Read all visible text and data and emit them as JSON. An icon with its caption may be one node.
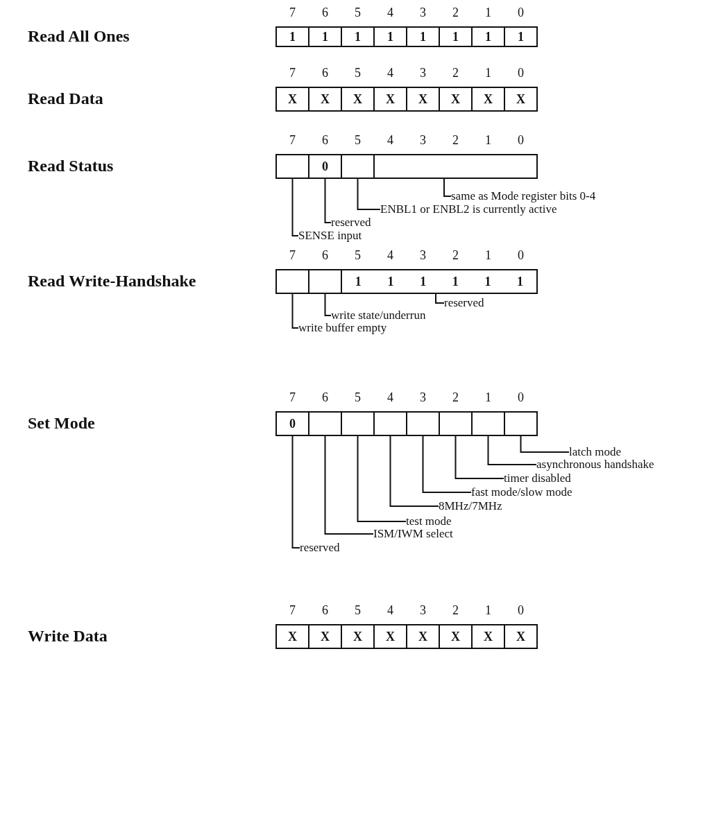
{
  "diagram": {
    "nodes": [
      {
        "text": [
          "1"
        ]
      },
      {
        "text": [
          "1"
        ]
      },
      {
        "text": [
          "1"
        ]
      },
      {
        "text": [
          "1"
        ]
      },
      {
        "text": [
          "1"
        ]
      },
      {
        "text": [
          "1"
        ]
      },
      {
        "text": [
          "1"
        ]
      },
      {
        "text": [
          "1"
        ]
      },
      {
        "text": [
          "X"
        ]
      },
      {
        "text": [
          "X"
        ]
      },
      {
        "text": [
          "X"
        ]
      },
      {
        "text": [
          "X"
        ]
      },
      {
        "text": [
          "X"
        ]
      },
      {
        "text": [
          "X"
        ]
      },
      {
        "text": [
          "X"
        ]
      },
      {
        "text": [
          "X"
        ]
      },
      {
        "text": [],
        "shape": "box"
      },
      {
        "text": [
          "0"
        ]
      },
      {
        "text": [],
        "shape": "box"
      },
      {
        "text": [],
        "shape": "box"
      },
      {
        "text": [
          "same as Mode register bits 0-4"
        ]
      },
      {
        "text": [
          "ENBL1 or ENBL2 is currently active"
        ]
      },
      {
        "text": [
          "reserved"
        ]
      },
      {
        "text": [
          "SENSE input"
        ]
      },
      {
        "text": [],
        "shape": "box"
      },
      {
        "text": [],
        "shape": "box"
      },
      {
        "text": [
          "1",
          "1",
          "1",
          "1",
          "1",
          "1"
        ]
      },
      {
        "text": [
          "reserved"
        ]
      },
      {
        "text": [
          "write state/underrun"
        ]
      },
      {
        "text": [
          "write buffer empty"
        ]
      },
      {
        "text": [
          "0"
        ]
      },
      {
        "text": [],
        "shape": "box"
      },
      {
        "text": [],
        "shape": "box"
      },
      {
        "text": [],
        "shape": "box"
      },
      {
        "text": [],
        "shape": "box"
      },
      {
        "text": [],
        "shape": "box"
      },
      {
        "text": [],
        "shape": "box"
      },
      {
        "text": [],
        "shape": "box"
      },
      {
        "text": [
          "latch mode"
        ]
      },
      {
        "text": [
          "asynchronous handshake"
        ]
      },
      {
        "text": [
          "timer disabled"
        ]
      },
      {
        "text": [
          "fast mode/slow mode"
        ]
      },
      {
        "text": [
          "8MHz/7MHz"
        ]
      },
      {
        "text": [
          "test mode"
        ]
      },
      {
        "text": [
          "ISM/IWM select"
        ]
      },
      {
        "text": [
          "reserved"
        ]
      },
      {
        "text": [
          "X"
        ]
      },
      {
        "text": [
          "X"
        ]
      },
      {
        "text": [
          "X"
        ]
      },
      {
        "text": [
          "X"
        ]
      },
      {
        "text": [
          "X"
        ]
      },
      {
        "text": [
          "X"
        ]
      },
      {
        "text": [
          "X"
        ]
      },
      {
        "text": [
          "X"
        ]
      }
    ],
    "edges": [
      {
        "from": 20,
        "to": 19,
        "arrow": "none"
      },
      {
        "from": 21,
        "to": 18,
        "arrow": "none"
      },
      {
        "from": 22,
        "to": 17,
        "arrow": "none"
      },
      {
        "from": 23,
        "to": 16,
        "arrow": "none"
      },
      {
        "from": 27,
        "to": 26,
        "arrow": "none"
      },
      {
        "from": 28,
        "to": 25,
        "arrow": "none"
      },
      {
        "from": 29,
        "to": 24,
        "arrow": "none"
      },
      {
        "from": 38,
        "to": 37,
        "arrow": "none"
      },
      {
        "from": 39,
        "to": 36,
        "arrow": "none"
      },
      {
        "from": 40,
        "to": 35,
        "arrow": "none"
      },
      {
        "from": 41,
        "to": 34,
        "arrow": "none"
      },
      {
        "from": 42,
        "to": 33,
        "arrow": "none"
      },
      {
        "from": 43,
        "to": 32,
        "arrow": "none"
      },
      {
        "from": 44,
        "to": 31,
        "arrow": "none"
      },
      {
        "from": 45,
        "to": 30,
        "arrow": "none"
      }
    ],
    "labels": [
      "7",
      "6",
      "5",
      "4",
      "3",
      "2",
      "1",
      "0",
      "Read All Ones",
      "7",
      "6",
      "5",
      "4",
      "3",
      "2",
      "1",
      "0",
      "Read Data",
      "7",
      "6",
      "5",
      "4",
      "3",
      "2",
      "1",
      "0",
      "Read Status",
      "7",
      "6",
      "5",
      "4",
      "3",
      "2",
      "1",
      "0",
      "Read Write-Handshake",
      "7",
      "6",
      "5",
      "4",
      "3",
      "2",
      "1",
      "0",
      "Set Mode",
      "7",
      "6",
      "5",
      "4",
      "3",
      "2",
      "1",
      "0",
      "Write Data"
    ]
  }
}
